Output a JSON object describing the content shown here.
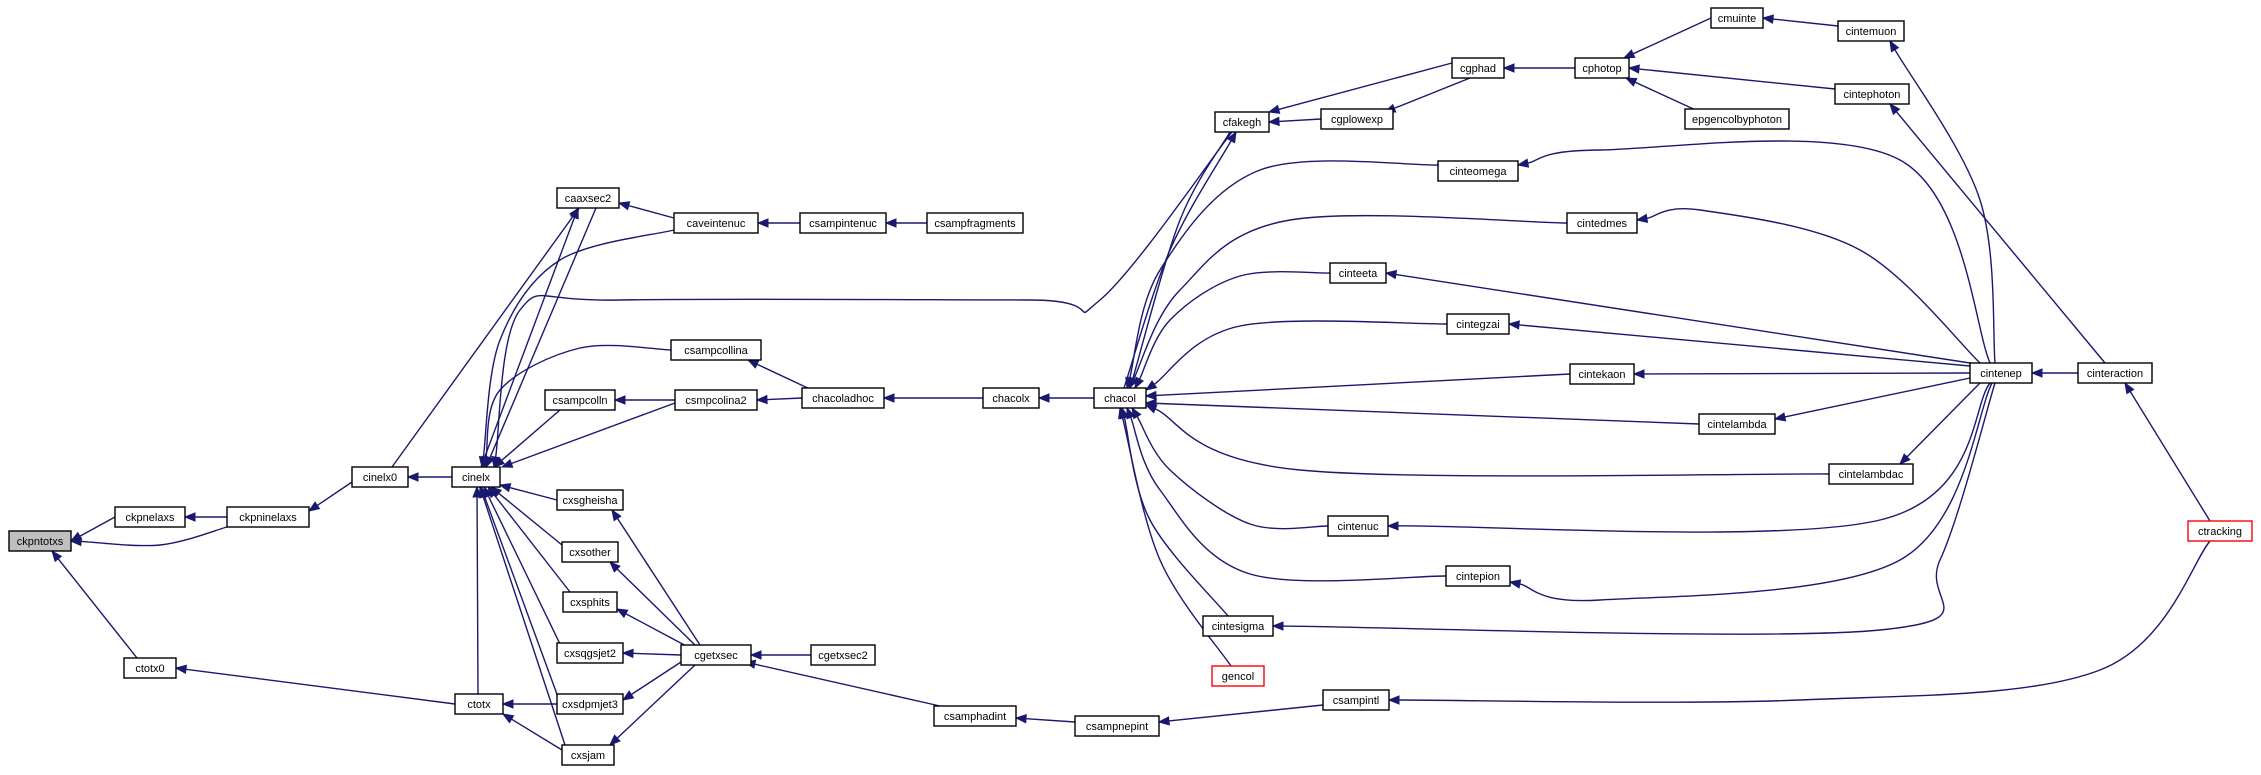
{
  "graph": {
    "nodes": [
      {
        "id": "ckpntotxs",
        "label": "ckpntotxs",
        "style": "current"
      },
      {
        "id": "ckpnelaxs",
        "label": "ckpnelaxs"
      },
      {
        "id": "ckpninelaxs",
        "label": "ckpninelaxs"
      },
      {
        "id": "ctotx0",
        "label": "ctotx0"
      },
      {
        "id": "cinelx0",
        "label": "cinelx0"
      },
      {
        "id": "cinelx",
        "label": "cinelx"
      },
      {
        "id": "ctotx",
        "label": "ctotx"
      },
      {
        "id": "caaxsec2",
        "label": "caaxsec2"
      },
      {
        "id": "caveintenuc",
        "label": "caveintenuc"
      },
      {
        "id": "csampintenuc",
        "label": "csampintenuc"
      },
      {
        "id": "csampfragments",
        "label": "csampfragments"
      },
      {
        "id": "csampcollina",
        "label": "csampcollina"
      },
      {
        "id": "csampcolln",
        "label": "csampcolln"
      },
      {
        "id": "csmpcolina2",
        "label": "csmpcolina2"
      },
      {
        "id": "chacoladhoc",
        "label": "chacoladhoc"
      },
      {
        "id": "chacolx",
        "label": "chacolx"
      },
      {
        "id": "chacol",
        "label": "chacol"
      },
      {
        "id": "cxsgheisha",
        "label": "cxsgheisha"
      },
      {
        "id": "cxsother",
        "label": "cxsother"
      },
      {
        "id": "cxsphits",
        "label": "cxsphits"
      },
      {
        "id": "cxsqgsjet2",
        "label": "cxsqgsjet2"
      },
      {
        "id": "cxsdpmjet3",
        "label": "cxsdpmjet3"
      },
      {
        "id": "cxsjam",
        "label": "cxsjam"
      },
      {
        "id": "cgetxsec",
        "label": "cgetxsec"
      },
      {
        "id": "cgetxsec2",
        "label": "cgetxsec2"
      },
      {
        "id": "csamphadint",
        "label": "csamphadint"
      },
      {
        "id": "csampnepint",
        "label": "csampnepint"
      },
      {
        "id": "csampintl",
        "label": "csampintl"
      },
      {
        "id": "cfakegh",
        "label": "cfakegh"
      },
      {
        "id": "cgplowexp",
        "label": "cgplowexp"
      },
      {
        "id": "cgphad",
        "label": "cgphad"
      },
      {
        "id": "cphotop",
        "label": "cphotop"
      },
      {
        "id": "cmuinte",
        "label": "cmuinte"
      },
      {
        "id": "cintemuon",
        "label": "cintemuon"
      },
      {
        "id": "cintephoton",
        "label": "cintephoton"
      },
      {
        "id": "epgencolbyphoton",
        "label": "epgencolbyphoton"
      },
      {
        "id": "cinteomega",
        "label": "cinteomega"
      },
      {
        "id": "cintedmes",
        "label": "cintedmes"
      },
      {
        "id": "cinteeta",
        "label": "cinteeta"
      },
      {
        "id": "cintegzai",
        "label": "cintegzai"
      },
      {
        "id": "cintekaon",
        "label": "cintekaon"
      },
      {
        "id": "cintelambda",
        "label": "cintelambda"
      },
      {
        "id": "cintelambdac",
        "label": "cintelambdac"
      },
      {
        "id": "cintenuc",
        "label": "cintenuc"
      },
      {
        "id": "cintepion",
        "label": "cintepion"
      },
      {
        "id": "cintesigma",
        "label": "cintesigma"
      },
      {
        "id": "gencol",
        "label": "gencol",
        "style": "red"
      },
      {
        "id": "cintenep",
        "label": "cintenep"
      },
      {
        "id": "cinteraction",
        "label": "cinteraction"
      },
      {
        "id": "ctracking",
        "label": "ctracking",
        "style": "red"
      }
    ],
    "edges": [
      {
        "from": "ckpnelaxs",
        "to": "ckpntotxs"
      },
      {
        "from": "ckpninelaxs",
        "to": "ckpntotxs"
      },
      {
        "from": "ctotx0",
        "to": "ckpntotxs"
      },
      {
        "from": "ckpninelaxs",
        "to": "ckpnelaxs"
      },
      {
        "from": "cinelx0",
        "to": "ckpninelaxs"
      },
      {
        "from": "cinelx",
        "to": "cinelx0"
      },
      {
        "from": "ctotx",
        "to": "ctotx0"
      },
      {
        "from": "cinelx0",
        "to": "caaxsec2"
      },
      {
        "from": "cinelx",
        "to": "caaxsec2"
      },
      {
        "from": "caaxsec2",
        "to": "cinelx"
      },
      {
        "from": "caveintenuc",
        "to": "caaxsec2"
      },
      {
        "from": "caveintenuc",
        "to": "cinelx"
      },
      {
        "from": "csampintenuc",
        "to": "caveintenuc"
      },
      {
        "from": "csampfragments",
        "to": "csampintenuc"
      },
      {
        "from": "csampcollina",
        "to": "cinelx"
      },
      {
        "from": "csampcolln",
        "to": "cinelx"
      },
      {
        "from": "csmpcolina2",
        "to": "cinelx"
      },
      {
        "from": "csmpcolina2",
        "to": "csampcolln"
      },
      {
        "from": "chacoladhoc",
        "to": "csampcollina"
      },
      {
        "from": "chacoladhoc",
        "to": "csmpcolina2"
      },
      {
        "from": "chacolx",
        "to": "chacoladhoc"
      },
      {
        "from": "chacol",
        "to": "chacolx"
      },
      {
        "from": "cfakegh",
        "to": "cinelx"
      },
      {
        "from": "cxsgheisha",
        "to": "cinelx"
      },
      {
        "from": "cxsother",
        "to": "cinelx"
      },
      {
        "from": "cxsphits",
        "to": "cinelx"
      },
      {
        "from": "cxsqgsjet2",
        "to": "cinelx"
      },
      {
        "from": "cxsdpmjet3",
        "to": "cinelx"
      },
      {
        "from": "cxsjam",
        "to": "cinelx"
      },
      {
        "from": "ctotx",
        "to": "cinelx"
      },
      {
        "from": "cxsdpmjet3",
        "to": "ctotx"
      },
      {
        "from": "cxsjam",
        "to": "ctotx"
      },
      {
        "from": "cgetxsec",
        "to": "cxsgheisha"
      },
      {
        "from": "cgetxsec",
        "to": "cxsother"
      },
      {
        "from": "cgetxsec",
        "to": "cxsphits"
      },
      {
        "from": "cgetxsec",
        "to": "cxsqgsjet2"
      },
      {
        "from": "cgetxsec",
        "to": "cxsdpmjet3"
      },
      {
        "from": "cgetxsec",
        "to": "cxsjam"
      },
      {
        "from": "cgetxsec2",
        "to": "cgetxsec"
      },
      {
        "from": "csamphadint",
        "to": "cgetxsec"
      },
      {
        "from": "csampnepint",
        "to": "csamphadint"
      },
      {
        "from": "csampintl",
        "to": "csampnepint"
      },
      {
        "from": "ctracking",
        "to": "csampintl"
      },
      {
        "from": "cgplowexp",
        "to": "cfakegh"
      },
      {
        "from": "cgphad",
        "to": "cfakegh"
      },
      {
        "from": "cgphad",
        "to": "cgplowexp"
      },
      {
        "from": "cphotop",
        "to": "cgphad"
      },
      {
        "from": "cmuinte",
        "to": "cphotop"
      },
      {
        "from": "cintephoton",
        "to": "cphotop"
      },
      {
        "from": "epgencolbyphoton",
        "to": "cphotop"
      },
      {
        "from": "cintemuon",
        "to": "cmuinte"
      },
      {
        "from": "cfakegh",
        "to": "chacol"
      },
      {
        "from": "chacol",
        "to": "cfakegh"
      },
      {
        "from": "cinteomega",
        "to": "chacol"
      },
      {
        "from": "cintedmes",
        "to": "chacol"
      },
      {
        "from": "cinteeta",
        "to": "chacol"
      },
      {
        "from": "cintegzai",
        "to": "chacol"
      },
      {
        "from": "cintekaon",
        "to": "chacol"
      },
      {
        "from": "cintelambda",
        "to": "chacol"
      },
      {
        "from": "cintelambdac",
        "to": "chacol"
      },
      {
        "from": "cintenuc",
        "to": "chacol"
      },
      {
        "from": "cintepion",
        "to": "chacol"
      },
      {
        "from": "cintesigma",
        "to": "chacol"
      },
      {
        "from": "gencol",
        "to": "chacol"
      },
      {
        "from": "cintenep",
        "to": "cintemuon"
      },
      {
        "from": "cintenep",
        "to": "cinteomega"
      },
      {
        "from": "cintenep",
        "to": "cintedmes"
      },
      {
        "from": "cintenep",
        "to": "cinteeta"
      },
      {
        "from": "cintenep",
        "to": "cintegzai"
      },
      {
        "from": "cintenep",
        "to": "cintekaon"
      },
      {
        "from": "cintenep",
        "to": "cintelambda"
      },
      {
        "from": "cintenep",
        "to": "cintelambdac"
      },
      {
        "from": "cintenep",
        "to": "cintenuc"
      },
      {
        "from": "cintenep",
        "to": "cintepion"
      },
      {
        "from": "cintenep",
        "to": "cintesigma"
      },
      {
        "from": "cinteraction",
        "to": "cintenep"
      },
      {
        "from": "cinteraction",
        "to": "cintephoton"
      },
      {
        "from": "ctracking",
        "to": "cinteraction"
      }
    ]
  }
}
